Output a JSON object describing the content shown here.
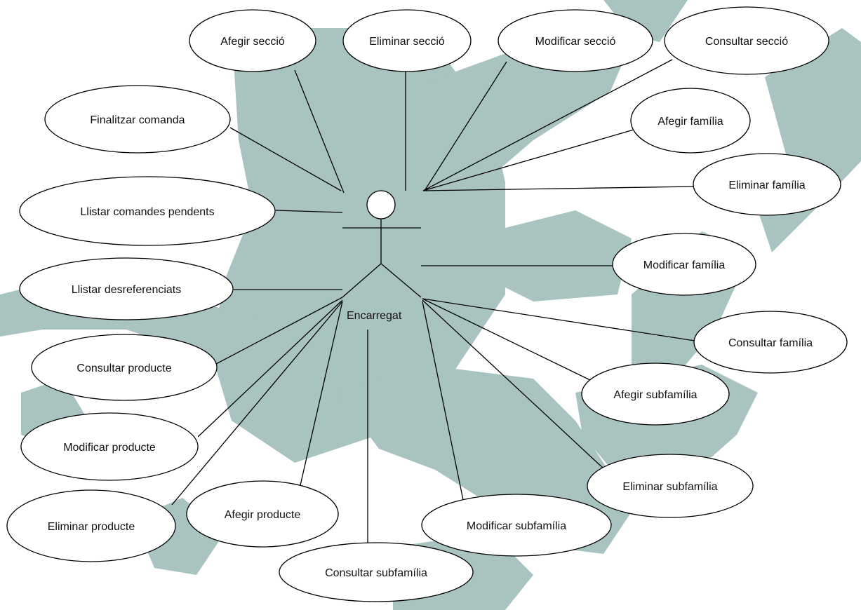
{
  "colors": {
    "background": "#ffffff",
    "watermark": "#a9c3c0",
    "line": "#000000",
    "ellipse_fill": "#ffffff"
  },
  "actor": {
    "name": "Encarregat"
  },
  "use_cases": [
    {
      "id": "afegir-seccio",
      "label": "Afegir secció"
    },
    {
      "id": "eliminar-seccio",
      "label": "Eliminar secció"
    },
    {
      "id": "modificar-seccio",
      "label": "Modificar secció"
    },
    {
      "id": "consultar-seccio",
      "label": "Consultar secció"
    },
    {
      "id": "finalitzar-comanda",
      "label": "Finalitzar comanda"
    },
    {
      "id": "afegir-familia",
      "label": "Afegir família"
    },
    {
      "id": "eliminar-familia",
      "label": "Eliminar família"
    },
    {
      "id": "llistar-comandes-pendents",
      "label": "Llistar comandes pendents"
    },
    {
      "id": "modificar-familia",
      "label": "Modificar família"
    },
    {
      "id": "llistar-desreferenciats",
      "label": "Llistar desreferenciats"
    },
    {
      "id": "consultar-familia",
      "label": "Consultar família"
    },
    {
      "id": "consultar-producte",
      "label": "Consultar producte"
    },
    {
      "id": "afegir-subfamilia",
      "label": "Afegir subfamília"
    },
    {
      "id": "modificar-producte",
      "label": "Modificar producte"
    },
    {
      "id": "eliminar-subfamilia",
      "label": "Eliminar subfamília"
    },
    {
      "id": "afegir-producte",
      "label": "Afegir producte"
    },
    {
      "id": "eliminar-producte",
      "label": "Eliminar producte"
    },
    {
      "id": "modificar-subfamilia",
      "label": "Modificar subfamília"
    },
    {
      "id": "consultar-subfamilia",
      "label": "Consultar subfamília"
    }
  ]
}
